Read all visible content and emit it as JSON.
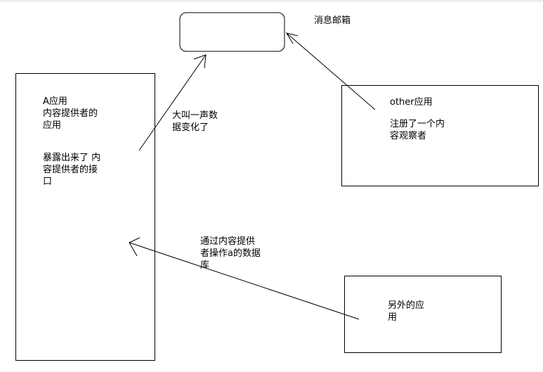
{
  "diagram": {
    "mailbox": {
      "label": "消息邮箱"
    },
    "app_a": {
      "title": "A应用",
      "line2": "内容提供者的",
      "line3": "应用",
      "expose_line1": "暴露出来了 内",
      "expose_line2": "容提供者的接",
      "expose_line3": "口"
    },
    "notify_label": {
      "line1": "大叫一声数",
      "line2": "据变化了"
    },
    "other_app": {
      "title": "other应用",
      "line1": "注册了一个内",
      "line2": "容观察者"
    },
    "access_label": {
      "line1": "通过内容提供",
      "line2": "者操作a的数据",
      "line3": "库"
    },
    "another_app": {
      "line1": "另外的应",
      "line2": "用"
    }
  },
  "colors": {
    "background": "#ffffff",
    "stroke": "#000000",
    "top_strip": "#e9edf5"
  }
}
